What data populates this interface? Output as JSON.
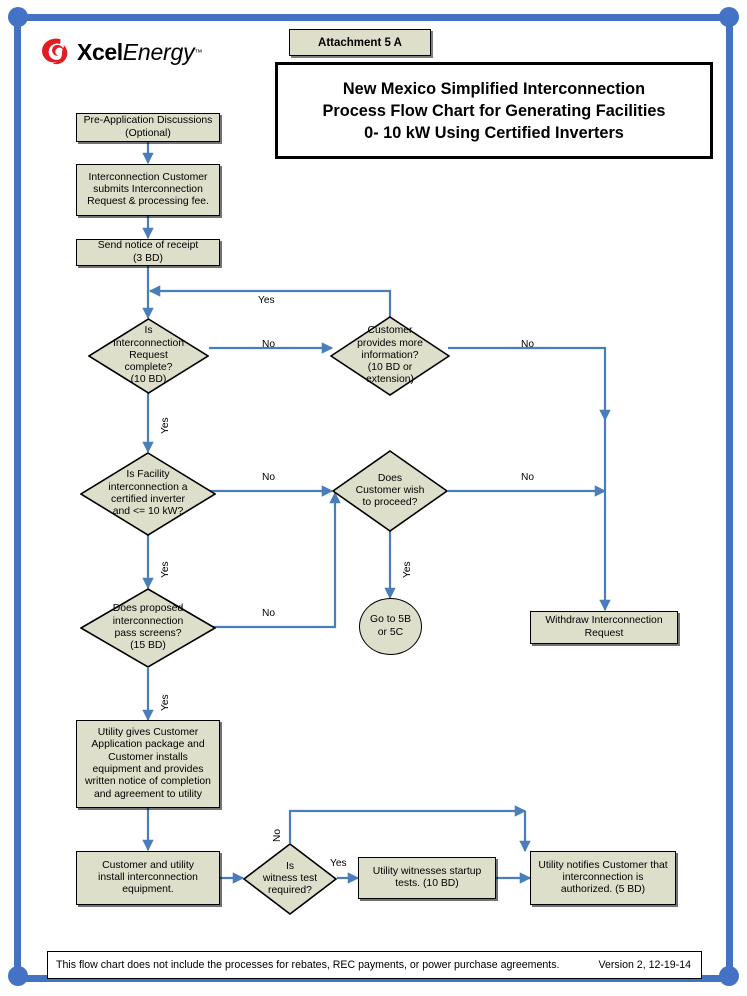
{
  "brand": {
    "logo_name": "Xcel Energy",
    "logo_word_1": "Xcel",
    "logo_word_2": "Energy",
    "logo_tm": "™",
    "logo_red": "#E31B23",
    "frame_blue": "#4472C4"
  },
  "header": {
    "attachment_label": "Attachment 5 A",
    "title": "New Mexico Simplified Interconnection\nProcess Flow Chart for Generating Facilities\n0- 10 kW Using Certified Inverters"
  },
  "style": {
    "node_fill": "#DEDFCB",
    "node_stroke": "#000000",
    "connector_color": "#4A7EBB"
  },
  "nodes": {
    "pre_application": "Pre-Application Discussions\n(Optional)",
    "submit_request": "Interconnection Customer\nsubmits Interconnection\nRequest & processing fee.",
    "send_notice": "Send notice of receipt\n(3 BD)",
    "d_request_complete": "Is\nInterconnection\nRequest\ncomplete?\n(10 BD)",
    "d_more_info": "Customer\nprovides more\ninformation?\n(10 BD or\nextension)",
    "d_certified_inverter": "Is Facility\ninterconnection a\ncertified inverter\nand <= 10 kW?",
    "d_wish_proceed": "Does\nCustomer wish\nto proceed?",
    "d_pass_screens": "Does proposed\ninterconnection\npass screens?\n(15 BD)",
    "go_to_5b_5c": "Go to 5B\nor 5C",
    "withdraw_request": "Withdraw Interconnection\nRequest",
    "utility_gives_package": "Utility gives Customer\nApplication package and\nCustomer installs\nequipment and provides\nwritten notice of completion\nand agreement to utility",
    "install_equipment": "Customer and utility\ninstall interconnection\nequipment.",
    "d_witness_test": "Is\nwitness test\nrequired?",
    "witness_startup": "Utility witnesses startup\ntests. (10 BD)",
    "notify_authorized": "Utility notifies Customer that\ninterconnection is\nauthorized. (5 BD)"
  },
  "edge_labels": {
    "yes_return_more_info": "Yes",
    "no_request_complete": "No",
    "yes_request_complete": "Yes",
    "no_more_info": "No",
    "no_certified_inverter": "No",
    "yes_certified_inverter": "Yes",
    "no_wish_proceed": "No",
    "yes_wish_proceed": "Yes",
    "no_pass_screens": "No",
    "yes_pass_screens": "Yes",
    "no_witness_test": "No",
    "yes_witness_test": "Yes"
  },
  "footer": {
    "note": "This flow chart does not include the processes for rebates, REC payments, or power purchase agreements.",
    "version": "Version 2,   12-19-14"
  }
}
